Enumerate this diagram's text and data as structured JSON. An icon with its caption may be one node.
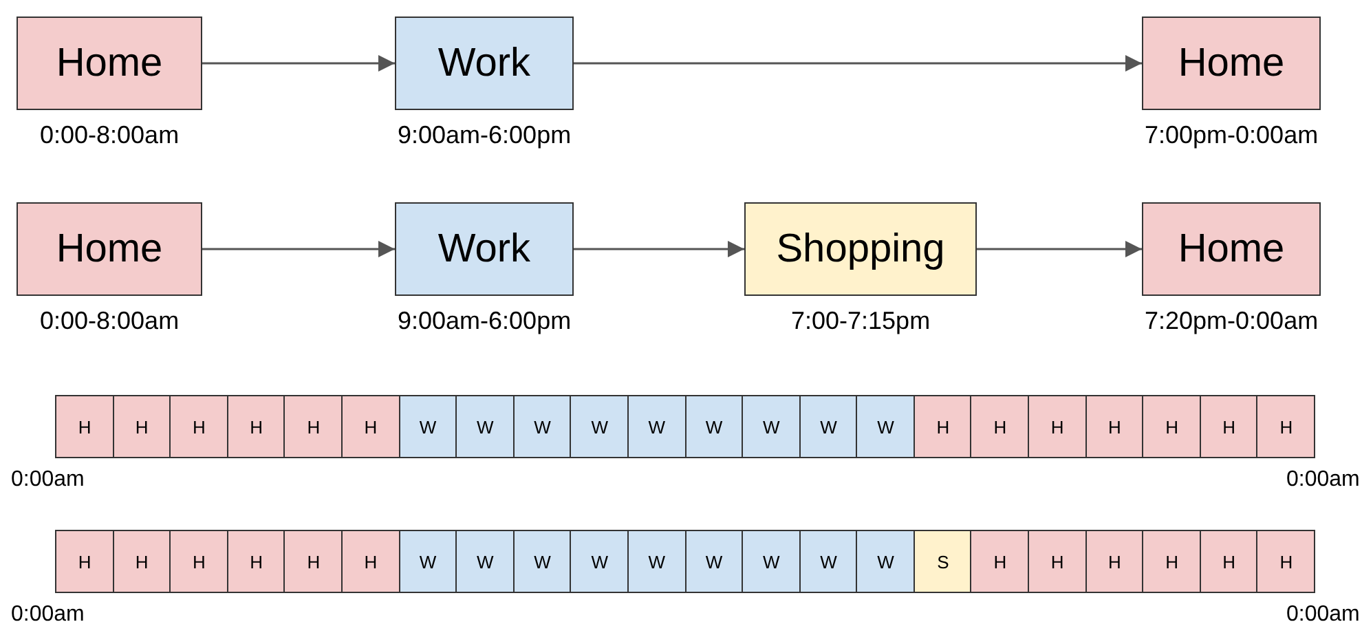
{
  "diagram": {
    "nodes": [
      {
        "text": [
          "Home"
        ],
        "beside": [
          "0:00-8:00am"
        ]
      },
      {
        "text": [
          "Work"
        ],
        "beside": [
          "9:00am-6:00pm"
        ]
      },
      {
        "text": [
          "Home"
        ],
        "beside": [
          "7:00pm-0:00am"
        ]
      },
      {
        "text": [
          "Home"
        ],
        "beside": [
          "0:00-8:00am"
        ]
      },
      {
        "text": [
          "Work"
        ],
        "beside": [
          "9:00am-6:00pm"
        ]
      },
      {
        "text": [
          "Shopping"
        ],
        "beside": [
          "7:00-7:15pm"
        ]
      },
      {
        "text": [
          "Home"
        ],
        "beside": [
          "7:20pm-0:00am"
        ]
      },
      {
        "text": [
          "H"
        ]
      },
      {
        "text": [
          "H"
        ]
      },
      {
        "text": [
          "H"
        ]
      },
      {
        "text": [
          "H"
        ]
      },
      {
        "text": [
          "H"
        ]
      },
      {
        "text": [
          "H"
        ]
      },
      {
        "text": [
          "W"
        ]
      },
      {
        "text": [
          "W"
        ]
      },
      {
        "text": [
          "W"
        ]
      },
      {
        "text": [
          "W"
        ]
      },
      {
        "text": [
          "W"
        ]
      },
      {
        "text": [
          "W"
        ]
      },
      {
        "text": [
          "W"
        ]
      },
      {
        "text": [
          "W"
        ]
      },
      {
        "text": [
          "W"
        ]
      },
      {
        "text": [
          "H"
        ]
      },
      {
        "text": [
          "H"
        ]
      },
      {
        "text": [
          "H"
        ]
      },
      {
        "text": [
          "H"
        ]
      },
      {
        "text": [
          "H"
        ]
      },
      {
        "text": [
          "H"
        ]
      },
      {
        "text": [
          "H"
        ]
      },
      {
        "text": [
          "H"
        ]
      },
      {
        "text": [
          "H"
        ]
      },
      {
        "text": [
          "H"
        ]
      },
      {
        "text": [
          "H"
        ]
      },
      {
        "text": [
          "H"
        ]
      },
      {
        "text": [
          "H"
        ]
      },
      {
        "text": [
          "W"
        ]
      },
      {
        "text": [
          "W"
        ]
      },
      {
        "text": [
          "W"
        ]
      },
      {
        "text": [
          "W"
        ]
      },
      {
        "text": [
          "W"
        ]
      },
      {
        "text": [
          "W"
        ]
      },
      {
        "text": [
          "W"
        ]
      },
      {
        "text": [
          "W"
        ]
      },
      {
        "text": [
          "W"
        ]
      },
      {
        "text": [
          "S"
        ]
      },
      {
        "text": [
          "H"
        ]
      },
      {
        "text": [
          "H"
        ]
      },
      {
        "text": [
          "H"
        ]
      },
      {
        "text": [
          "H"
        ]
      },
      {
        "text": [
          "H"
        ]
      },
      {
        "text": [
          "H"
        ]
      }
    ],
    "edges": [
      {
        "from": 0,
        "to": 1,
        "arrow": "to"
      },
      {
        "from": 1,
        "to": 2,
        "arrow": "to"
      },
      {
        "from": 3,
        "to": 4,
        "arrow": "to"
      },
      {
        "from": 4,
        "to": 5,
        "arrow": "to"
      },
      {
        "from": 5,
        "to": 6,
        "arrow": "to"
      }
    ],
    "labels": [
      "0:00am",
      "0:00am",
      "0:00am",
      "0:00am"
    ]
  }
}
